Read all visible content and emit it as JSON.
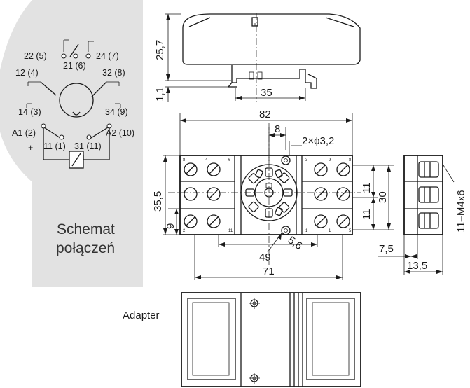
{
  "schematic": {
    "background": "#e2e2e2",
    "title_line1": "Schemat",
    "title_line2": "połączeń",
    "pins": {
      "p22": "22 (5)",
      "p21": "21 (6)",
      "p24": "24 (7)",
      "p12": "12 (4)",
      "p32": "32 (8)",
      "p14": "14 (3)",
      "p34": "34 (9)",
      "a1": "A1 (2)",
      "a2": "A2 (10)",
      "p11": "11 (1)",
      "p31": "31 (11)"
    },
    "plus": "+",
    "minus": "–"
  },
  "dimensions": {
    "height_top": "25,7",
    "rail_offset": "1,1",
    "rail_width": "35",
    "total_width": "82",
    "hole_spacing": "8",
    "holes": "2×ϕ3,2",
    "pitch_a": "11",
    "pitch_b": "11",
    "height_30": "30",
    "height_35_5": "35,5",
    "offset_9": "9",
    "screw": "11–M4x6",
    "mount_49": "49",
    "radius_5_6": "5,6",
    "width_71": "71",
    "side_7_5": "7,5",
    "side_13_5": "13,5"
  },
  "adapter": {
    "label": "Adapter"
  }
}
